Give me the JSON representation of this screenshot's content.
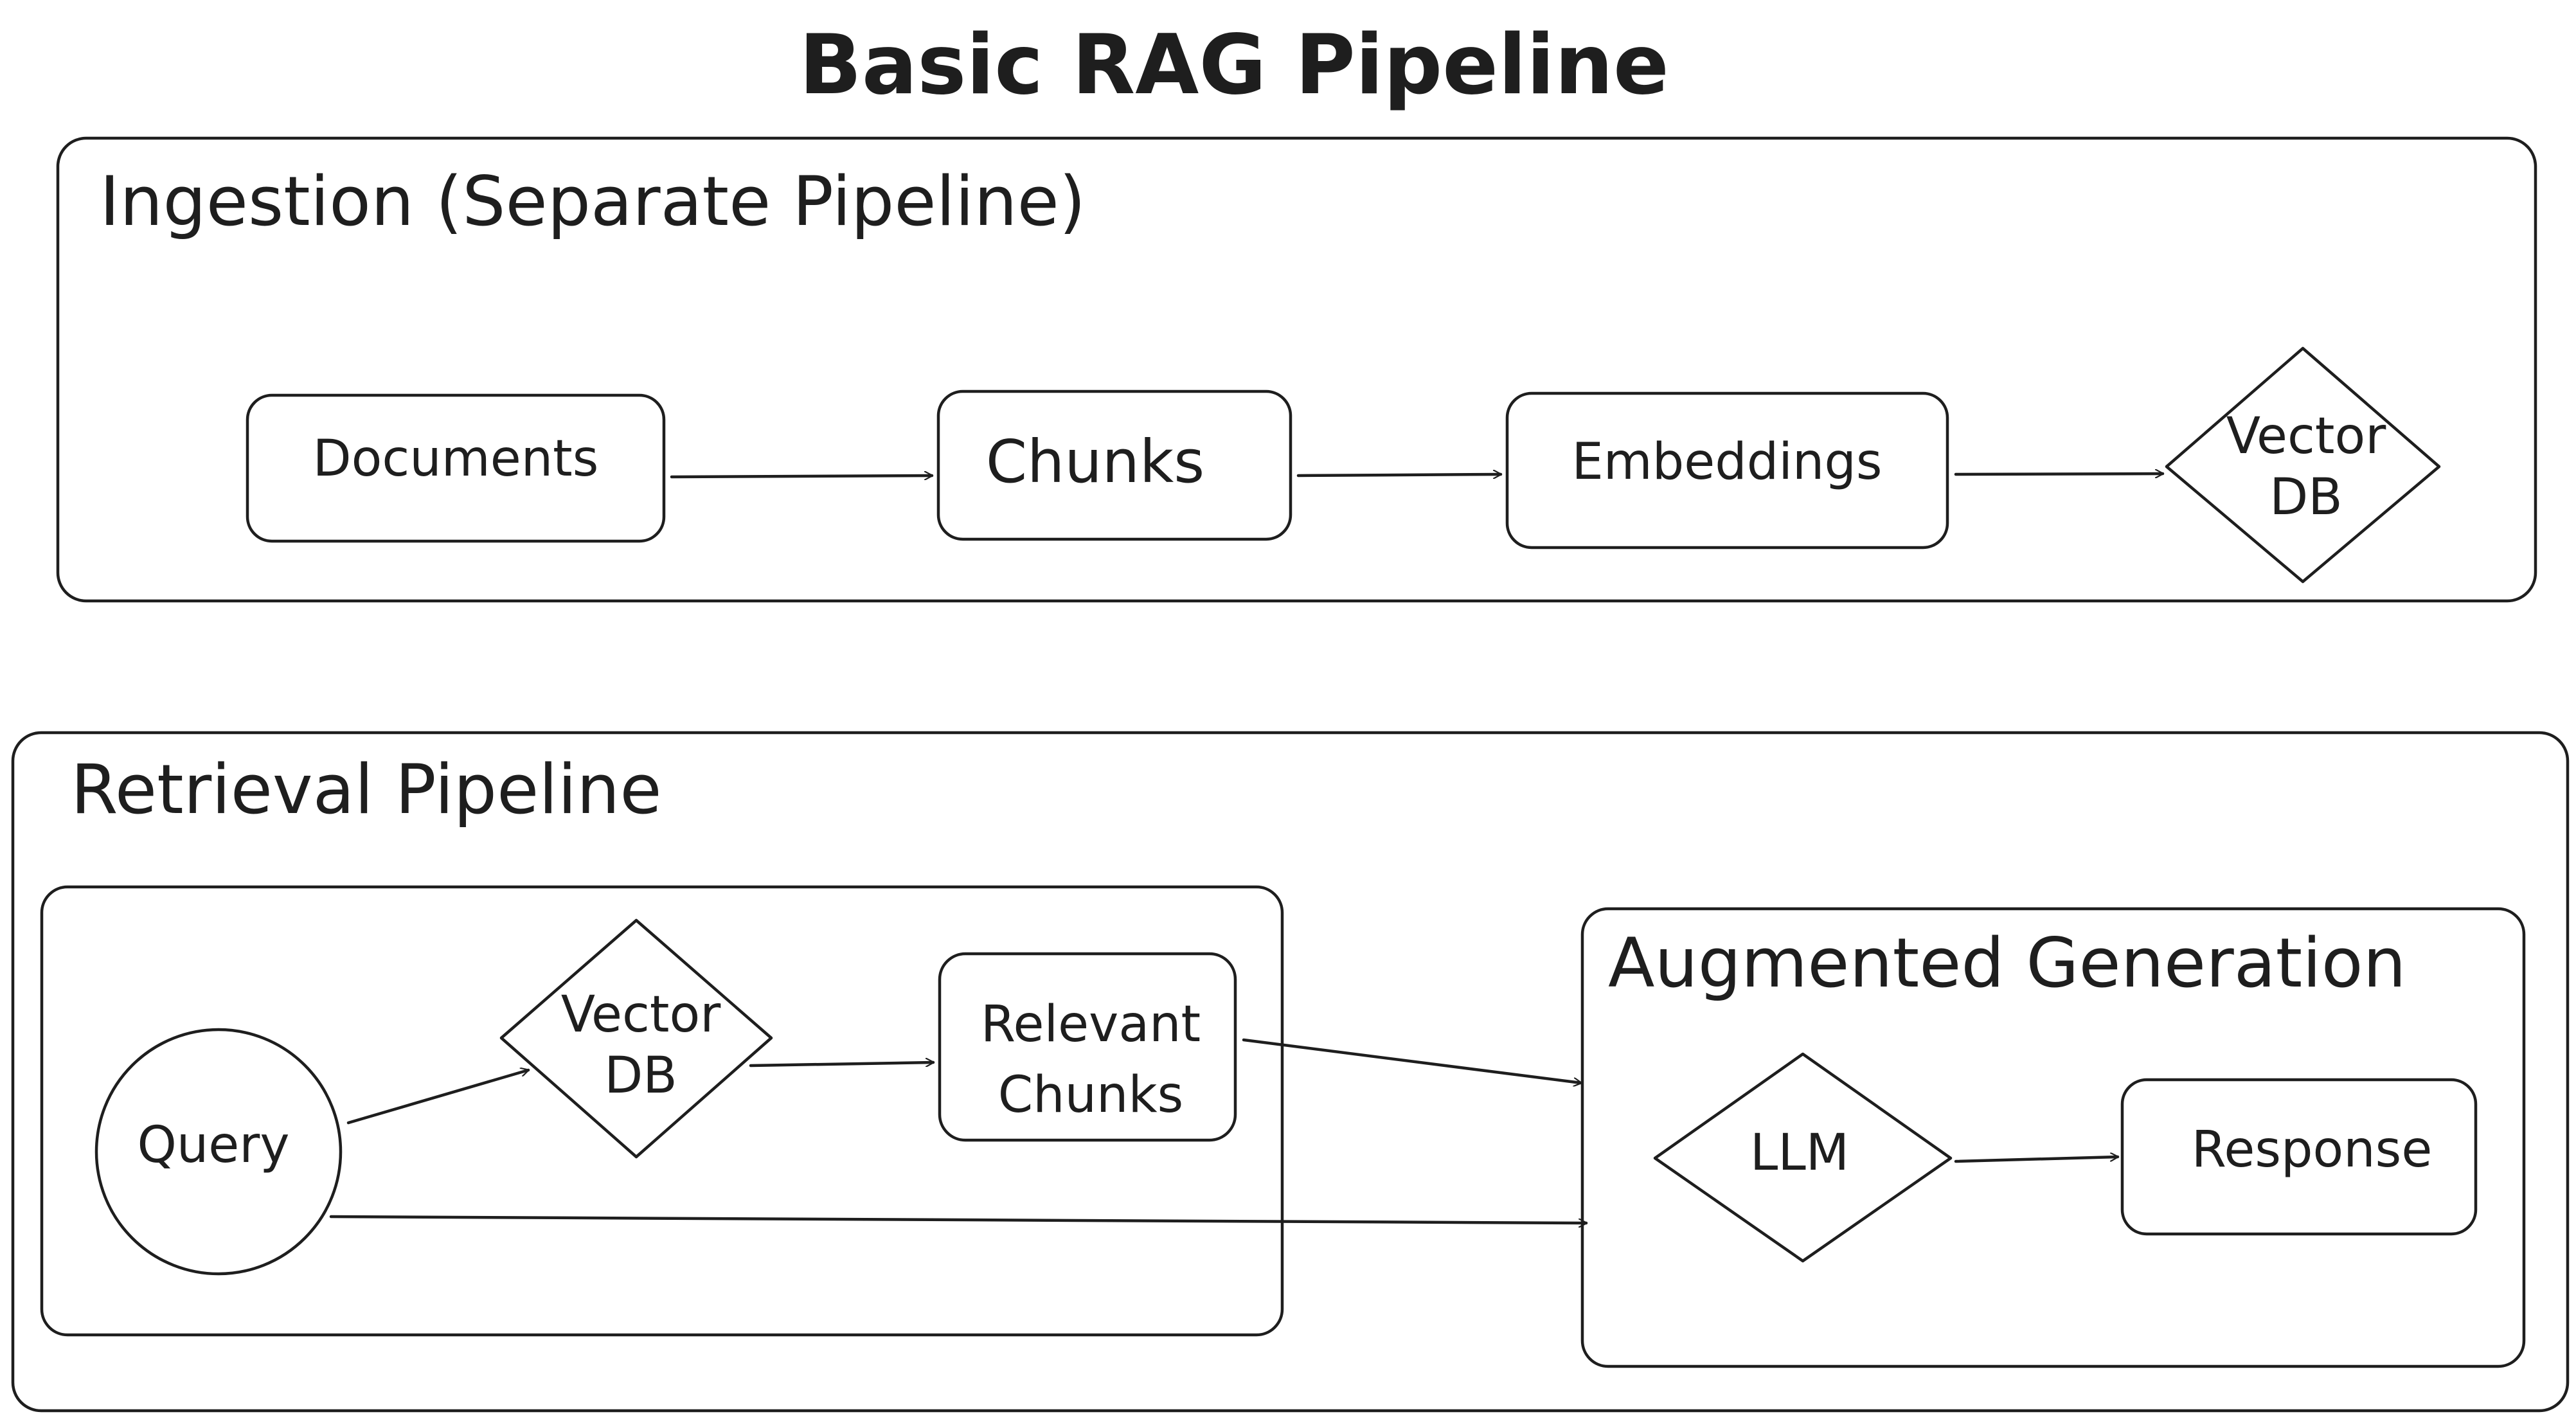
{
  "diagram": {
    "title": "Basic RAG Pipeline",
    "ingestion": {
      "title": "Ingestion (Separate Pipeline)",
      "documents": "Documents",
      "chunks": "Chunks",
      "embeddings": "Embeddings",
      "vector_db": [
        "Vector",
        "DB"
      ]
    },
    "retrieval": {
      "title": "Retrieval Pipeline",
      "query": "Query",
      "vector_db": [
        "Vector",
        "DB"
      ],
      "relevant_chunks": [
        "Relevant",
        "Chunks"
      ]
    },
    "generation": {
      "title": "Augmented Generation",
      "llm": "LLM",
      "response": "Response"
    }
  }
}
